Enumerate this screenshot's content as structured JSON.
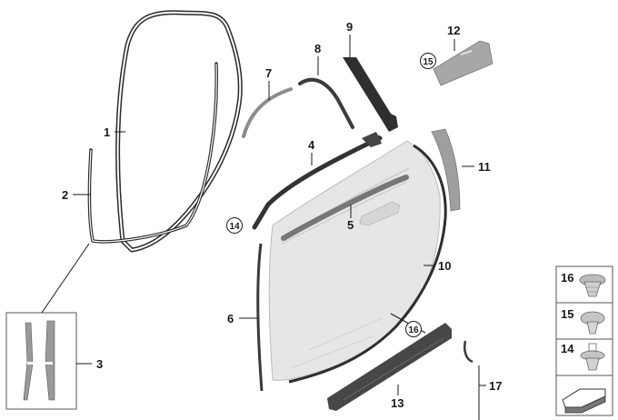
{
  "diagram": {
    "part_numbers": {
      "seal_frame": "1",
      "edge_strip": "2",
      "foil_set": "3",
      "channel_seal": "4",
      "inner_seal": "5",
      "b_pillar_seal": "6",
      "trim_strip": "7",
      "window_guide": "8",
      "window_frame_cover": "9",
      "rear_seal": "10",
      "c_pillar_cover": "11",
      "corner_cover": "12",
      "sill_trim": "13",
      "clip_14": "14",
      "clip_15": "15",
      "clip_16": "16",
      "lower_strip": "17"
    },
    "circled_refs": {
      "ref_14": "14",
      "ref_15": "15",
      "ref_16": "16"
    },
    "legend": {
      "row_16": "16",
      "row_15": "15",
      "row_14": "14"
    },
    "colors": {
      "line": "#2a2a2a",
      "door_fill": "#e6e6e6",
      "part_grey": "#8f8f8f",
      "dark_part": "#3c3c3c"
    }
  }
}
